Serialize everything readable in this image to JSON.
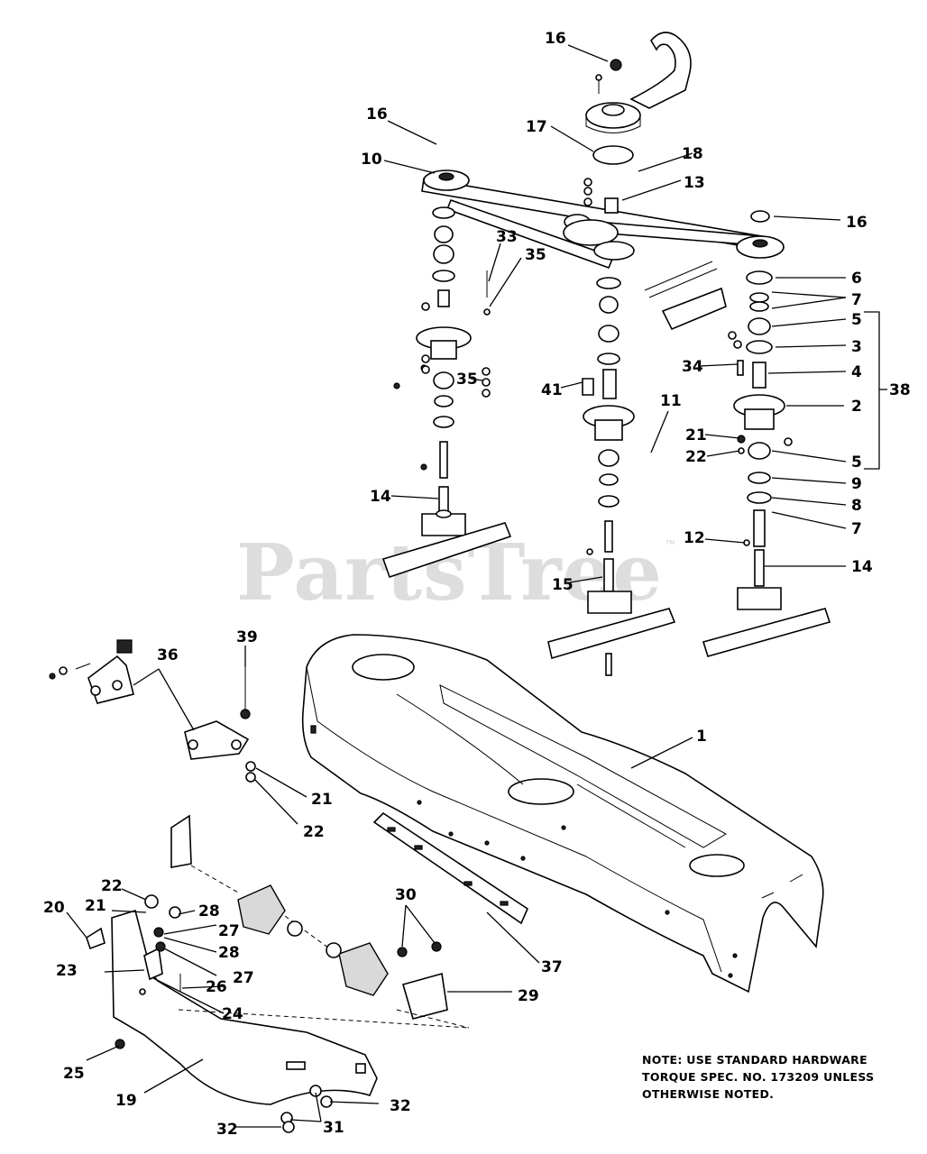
{
  "watermark": {
    "brand": "PartsTree",
    "mark": "™"
  },
  "note": {
    "line1": "NOTE: USE STANDARD HARDWARE",
    "line2": "TORQUE SPEC. NO. 173209 UNLESS",
    "line3": "OTHERWISE NOTED."
  },
  "callouts": {
    "c1": "1",
    "c2": "2",
    "c3": "3",
    "c4": "4",
    "c5a": "5",
    "c5b": "5",
    "c6": "6",
    "c7a": "7",
    "c7b": "7",
    "c8": "8",
    "c9": "9",
    "c10": "10",
    "c11": "11",
    "c12": "12",
    "c13": "13",
    "c14a": "14",
    "c14b": "14",
    "c15": "15",
    "c16a": "16",
    "c16b": "16",
    "c16c": "16",
    "c17": "17",
    "c18": "18",
    "c19": "19",
    "c20": "20",
    "c21a": "21",
    "c21b": "21",
    "c21c": "21",
    "c22a": "22",
    "c22b": "22",
    "c22c": "22",
    "c23": "23",
    "c24": "24",
    "c25": "25",
    "c26": "26",
    "c27a": "27",
    "c27b": "27",
    "c28a": "28",
    "c28b": "28",
    "c29": "29",
    "c30": "30",
    "c31": "31",
    "c32a": "32",
    "c32b": "32",
    "c33": "33",
    "c34": "34",
    "c35a": "35",
    "c35b": "35",
    "c36": "36",
    "c37": "37",
    "c38": "38",
    "c39": "39",
    "c41": "41"
  }
}
